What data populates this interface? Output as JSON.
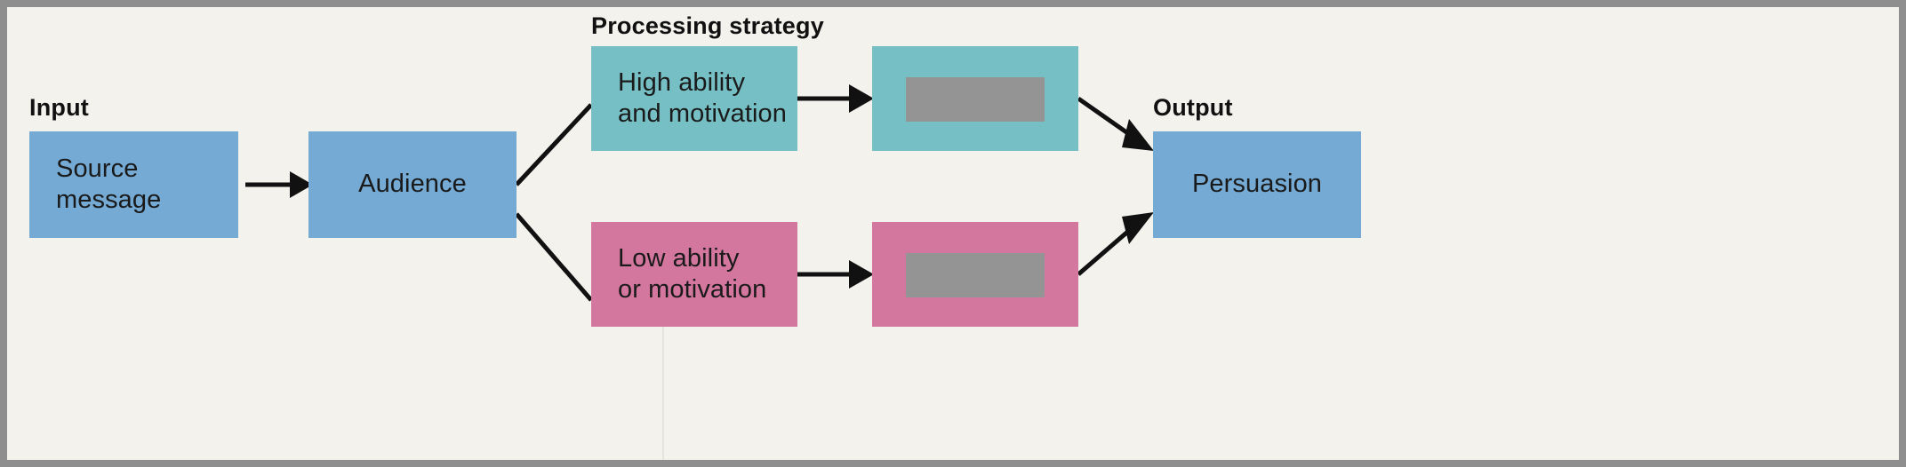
{
  "figure": {
    "type": "flow-diagram",
    "background_color": "#f3f2ed",
    "border_color": "#8e8e8e",
    "text_color": "#1a1a1a"
  },
  "labels": {
    "input": "Input",
    "processing_strategy": "Processing strategy",
    "output": "Output"
  },
  "nodes": {
    "source_message": {
      "text": "Source\nmessage",
      "color": "#74aad4"
    },
    "audience": {
      "text": "Audience",
      "color": "#74aad4"
    },
    "high_ability": {
      "text": "High ability\nand motivation",
      "color": "#76bfc4"
    },
    "high_route": {
      "text": "",
      "color": "#76bfc4",
      "redaction_color": "#949494"
    },
    "low_ability": {
      "text": "Low ability\nor motivation",
      "color": "#d4779f"
    },
    "low_route": {
      "text": "",
      "color": "#d4779f",
      "redaction_color": "#949494"
    },
    "persuasion": {
      "text": "Persuasion",
      "color": "#74aad4"
    }
  },
  "connections": [
    {
      "from": "source_message",
      "to": "audience",
      "style": "arrow"
    },
    {
      "from": "audience",
      "to": "high_ability",
      "style": "line"
    },
    {
      "from": "audience",
      "to": "low_ability",
      "style": "line"
    },
    {
      "from": "high_ability",
      "to": "high_route",
      "style": "arrow"
    },
    {
      "from": "low_ability",
      "to": "low_route",
      "style": "arrow"
    },
    {
      "from": "high_route",
      "to": "persuasion",
      "style": "arrow"
    },
    {
      "from": "low_route",
      "to": "persuasion",
      "style": "arrow"
    }
  ]
}
